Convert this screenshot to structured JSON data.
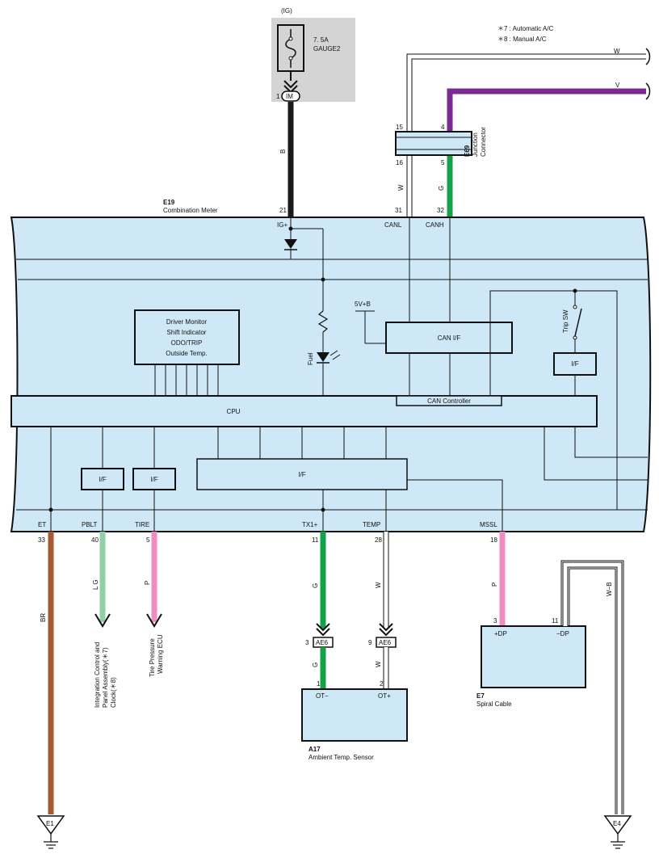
{
  "notes": [
    "＊7 : Automatic A/C",
    "＊8 : Manual A/C"
  ],
  "colors": {
    "panel": "#cfe8f7",
    "gray_box": "#d4d4d4",
    "wire_black": "#1a1a1a",
    "wire_purple": "#7a2a92",
    "wire_green": "#13a24a",
    "wire_light_green": "#8fd0a6",
    "wire_pink": "#f08cc0",
    "wire_brown": "#a65a32",
    "wire_white_fill": "#ffffff"
  },
  "fuse": {
    "supply": "(IG)",
    "rating": "7. 5A",
    "name": "GAUGE2",
    "pin": "1",
    "connector": "IM"
  },
  "wire_codes": {
    "B": "B",
    "W": "W",
    "V": "V",
    "G": "G",
    "LG": "L G",
    "P": "P",
    "BR": "BR",
    "WB": "W−B"
  },
  "junction": {
    "id": "E69",
    "name1": "Junction",
    "name2": "Connector",
    "pin_15": "15",
    "pin_16": "16",
    "pin_4": "4",
    "pin_5": "5"
  },
  "meter": {
    "id": "E19",
    "name": "Combination Meter",
    "pin_21": "21",
    "pin_31": "31",
    "pin_32": "32",
    "lbl_ig": "IG+",
    "lbl_canl": "CANL",
    "lbl_canh": "CANH",
    "vref": "5V+B",
    "can_if": "CAN I/F",
    "can_ctrl": "CAN Controller",
    "cpu": "CPU",
    "if": "I/F",
    "fuel": "Fuel",
    "trip_sw": "Trip SW",
    "display": [
      "Driver Monitor",
      "Shift Indicator",
      "ODO/TRIP",
      "Outside Temp."
    ],
    "bottom_labels": [
      "ET",
      "PBLT",
      "TIRE",
      "TX1+",
      "TEMP",
      "MSSL"
    ],
    "bottom_pins": [
      "33",
      "40",
      "5",
      "11",
      "28",
      "18"
    ]
  },
  "destinations": {
    "pblt": [
      "Integration Control and",
      "Panel Assembly(＊7)",
      "Clock(＊8)"
    ],
    "tire": [
      "Tire Pressure",
      "Warning ECU"
    ]
  },
  "ae6": {
    "id": "AE6",
    "pin_tx": "3",
    "pin_temp": "9"
  },
  "sensor": {
    "id": "A17",
    "name": "Ambient Temp.  Sensor",
    "pin_neg": "1",
    "pin_pos": "2",
    "lbl_neg": "OT−",
    "lbl_pos": "OT+"
  },
  "spiral": {
    "id": "E7",
    "name": "Spiral Cable",
    "pin_3": "3",
    "pin_11": "11",
    "lbl_pos": "+DP",
    "lbl_neg": "−DP"
  },
  "grounds": [
    "E1",
    "E4"
  ]
}
